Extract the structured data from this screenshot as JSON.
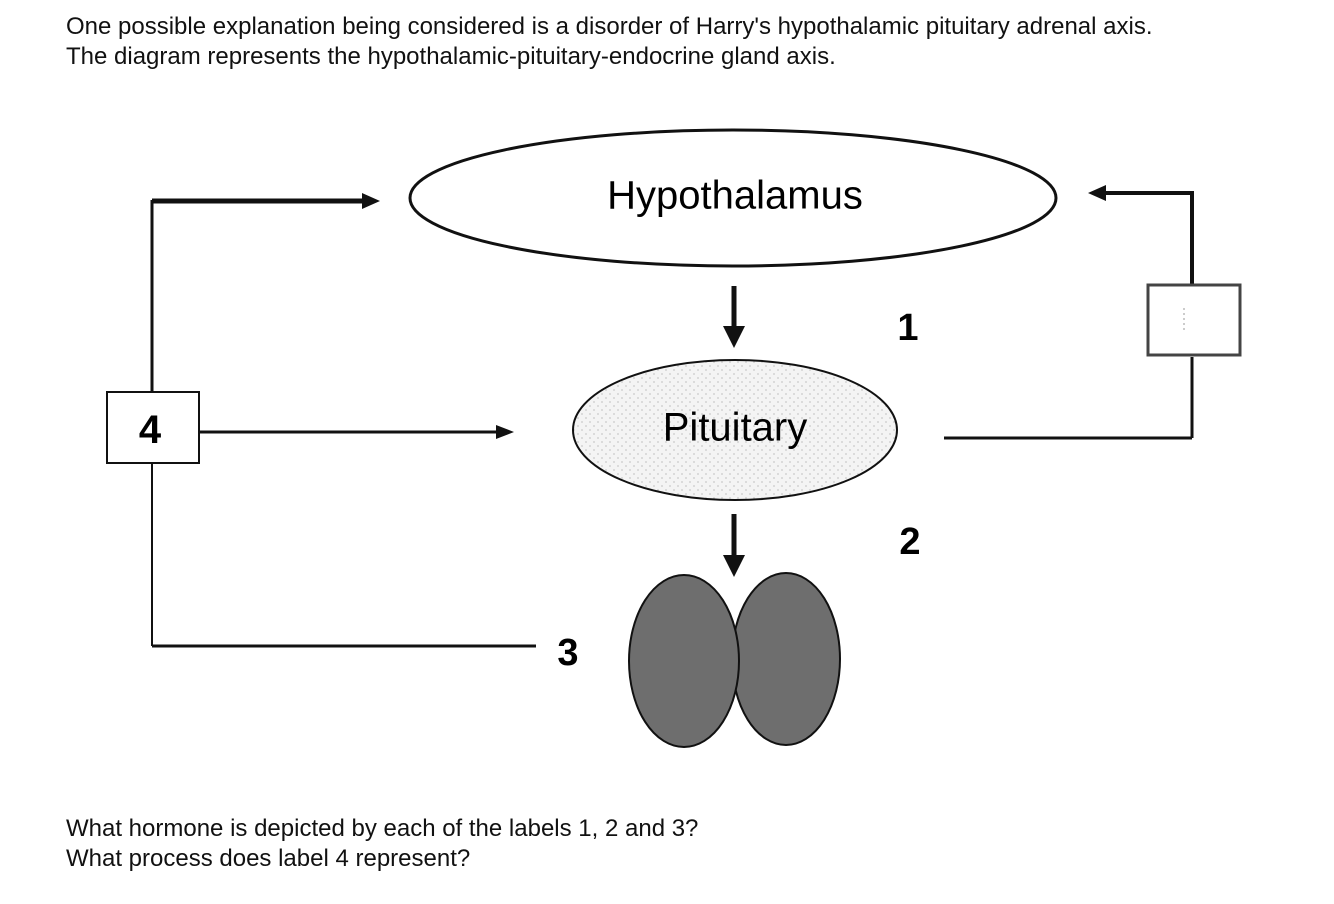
{
  "intro": {
    "line1": "One possible explanation being considered is a disorder of Harry's hypothalamic pituitary adrenal axis.",
    "line2": "The diagram represents the hypothalamic-pituitary-endocrine gland axis."
  },
  "diagram": {
    "hypothalamus_label": "Hypothalamus",
    "pituitary_label": "Pituitary",
    "label_1": "1",
    "label_2": "2",
    "label_3": "3",
    "label_4": "4"
  },
  "questions": {
    "line1": "What hormone is depicted by each of the labels 1, 2 and 3?",
    "line2": "What process does label 4 represent?"
  },
  "colors": {
    "gland_fill": "#6e6e6e",
    "pituitary_fill": "#f3f3f3",
    "line": "#111111"
  }
}
